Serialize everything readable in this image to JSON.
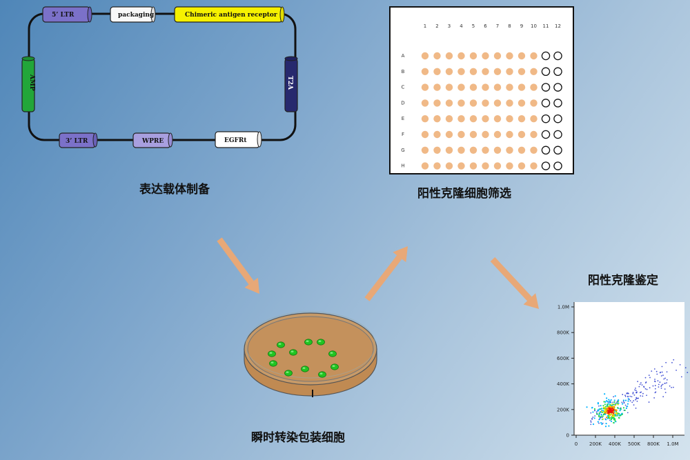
{
  "vector": {
    "segments": {
      "ltr5": "5’ LTR",
      "packaging": "packaging",
      "car": "Chimeric antigen receptor",
      "amp": "AMP",
      "t2a": "T2A",
      "ltr3": "3’ LTR",
      "wpre": "WPRE",
      "egfrt": "EGFRt"
    },
    "caption": "表达载体制备"
  },
  "plate": {
    "columns": [
      "1",
      "2",
      "3",
      "4",
      "5",
      "6",
      "7",
      "8",
      "9",
      "10",
      "11",
      "12"
    ],
    "rows": [
      "A",
      "B",
      "C",
      "D",
      "E",
      "F",
      "G",
      "H"
    ],
    "filled_columns": 10,
    "fill_color": "#f0b987",
    "caption": "阳性克隆细胞筛选"
  },
  "dish": {
    "caption": "瞬时转染包装细胞",
    "colony_count": 11,
    "colony_color": "#22c422"
  },
  "flow": {
    "caption": "阳性克隆鉴定",
    "y_ticks": [
      "0",
      "200K",
      "400K",
      "600K",
      "800K",
      "1.0M"
    ],
    "x_ticks": [
      "0",
      "200K",
      "400K",
      "500K",
      "800K",
      "1.0M"
    ]
  },
  "arrow_color": "#e8a877"
}
